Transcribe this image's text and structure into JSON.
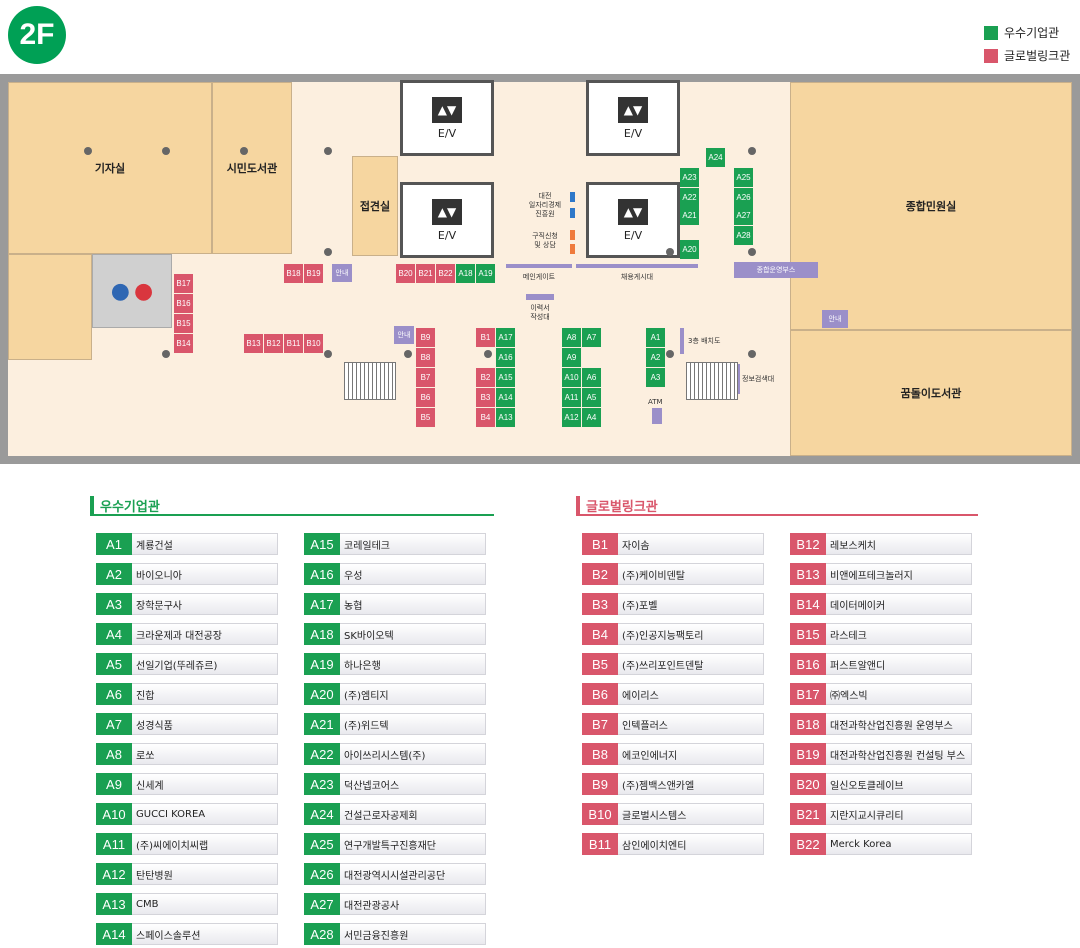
{
  "floor": "2F",
  "legend": [
    {
      "label": "우수기업관",
      "color": "#1aa052"
    },
    {
      "label": "글로벌링크관",
      "color": "#d9566b"
    }
  ],
  "map": {
    "rooms": {
      "press_room": "기자실",
      "city_library": "시민도서관",
      "reception": "접견실",
      "general_service": "종합민원실",
      "dream_library": "꿈돌이도서관"
    },
    "elevator_label": "E/V",
    "labels": {
      "job_agency": "대전\n일자리경제\n진흥원",
      "job_consult": "구직신청\n및 상담",
      "main_gate": "메인게이트",
      "hiring_board": "채용게시대",
      "resume_desk": "이력서\n작성대",
      "general_booth": "종합운영부스",
      "info": "안내",
      "floor3_map": "3층 배치도",
      "info_search": "정보검색대",
      "atm": "ATM"
    },
    "booths": [
      "A1",
      "A2",
      "A3",
      "A4",
      "A5",
      "A6",
      "A7",
      "A8",
      "A9",
      "A10",
      "A11",
      "A12",
      "A13",
      "A14",
      "A15",
      "A16",
      "A17",
      "A18",
      "A19",
      "A20",
      "A21",
      "A22",
      "A23",
      "A24",
      "A25",
      "A26",
      "A27",
      "A28",
      "B1",
      "B2",
      "B3",
      "B4",
      "B5",
      "B6",
      "B7",
      "B8",
      "B9",
      "B10",
      "B11",
      "B12",
      "B13",
      "B14",
      "B15",
      "B16",
      "B17",
      "B18",
      "B19",
      "B20",
      "B21",
      "B22"
    ]
  },
  "sections": {
    "a_title": "우수기업관",
    "b_title": "글로벌링크관"
  },
  "list_a_col1": [
    {
      "code": "A1",
      "name": "계룡건설"
    },
    {
      "code": "A2",
      "name": "바이오니아"
    },
    {
      "code": "A3",
      "name": "장학문구사"
    },
    {
      "code": "A4",
      "name": "크라운제과 대전공장"
    },
    {
      "code": "A5",
      "name": "선일기업(뚜레쥬르)"
    },
    {
      "code": "A6",
      "name": "진합"
    },
    {
      "code": "A7",
      "name": "성경식품"
    },
    {
      "code": "A8",
      "name": "로쏘"
    },
    {
      "code": "A9",
      "name": "신세계"
    },
    {
      "code": "A10",
      "name": "GUCCI KOREA"
    },
    {
      "code": "A11",
      "name": "(주)씨에이치씨랩"
    },
    {
      "code": "A12",
      "name": "탄탄병원"
    },
    {
      "code": "A13",
      "name": "CMB"
    },
    {
      "code": "A14",
      "name": "스페이스솔루션"
    }
  ],
  "list_a_col2": [
    {
      "code": "A15",
      "name": "코레일테크"
    },
    {
      "code": "A16",
      "name": "우성"
    },
    {
      "code": "A17",
      "name": "농협"
    },
    {
      "code": "A18",
      "name": "SK바이오텍"
    },
    {
      "code": "A19",
      "name": "하나은행"
    },
    {
      "code": "A20",
      "name": "(주)엠티지"
    },
    {
      "code": "A21",
      "name": "(주)위드텍"
    },
    {
      "code": "A22",
      "name": "아이쓰리시스템(주)"
    },
    {
      "code": "A23",
      "name": "덕산넵코어스"
    },
    {
      "code": "A24",
      "name": "건설근로자공제회"
    },
    {
      "code": "A25",
      "name": "연구개발특구진흥재단"
    },
    {
      "code": "A26",
      "name": "대전광역시시설관리공단"
    },
    {
      "code": "A27",
      "name": "대전관광공사"
    },
    {
      "code": "A28",
      "name": "서민금융진흥원"
    }
  ],
  "list_b_col1": [
    {
      "code": "B1",
      "name": "자이솜"
    },
    {
      "code": "B2",
      "name": "(주)케이비덴탈"
    },
    {
      "code": "B3",
      "name": "(주)포벨"
    },
    {
      "code": "B4",
      "name": "(주)인공지능팩토리"
    },
    {
      "code": "B5",
      "name": "(주)쓰리포인트덴탈"
    },
    {
      "code": "B6",
      "name": "에이리스"
    },
    {
      "code": "B7",
      "name": "인텍플러스"
    },
    {
      "code": "B8",
      "name": "에코인에너지"
    },
    {
      "code": "B9",
      "name": "(주)젬백스앤카엘"
    },
    {
      "code": "B10",
      "name": "글로벌시스템스"
    },
    {
      "code": "B11",
      "name": "삼인에이치엔티"
    }
  ],
  "list_b_col2": [
    {
      "code": "B12",
      "name": "레보스케치"
    },
    {
      "code": "B13",
      "name": "비앤에프테크놀러지"
    },
    {
      "code": "B14",
      "name": "데이터메이커"
    },
    {
      "code": "B15",
      "name": "라스테크"
    },
    {
      "code": "B16",
      "name": "퍼스트알앤디"
    },
    {
      "code": "B17",
      "name": "㈜엑스빅"
    },
    {
      "code": "B18",
      "name": "대전과학산업진흥원 운영부스"
    },
    {
      "code": "B19",
      "name": "대전과학산업진흥원 컨설팅 부스"
    },
    {
      "code": "B20",
      "name": "일신오토클레이브"
    },
    {
      "code": "B21",
      "name": "지란지교시큐리티"
    },
    {
      "code": "B22",
      "name": "Merck Korea"
    }
  ]
}
